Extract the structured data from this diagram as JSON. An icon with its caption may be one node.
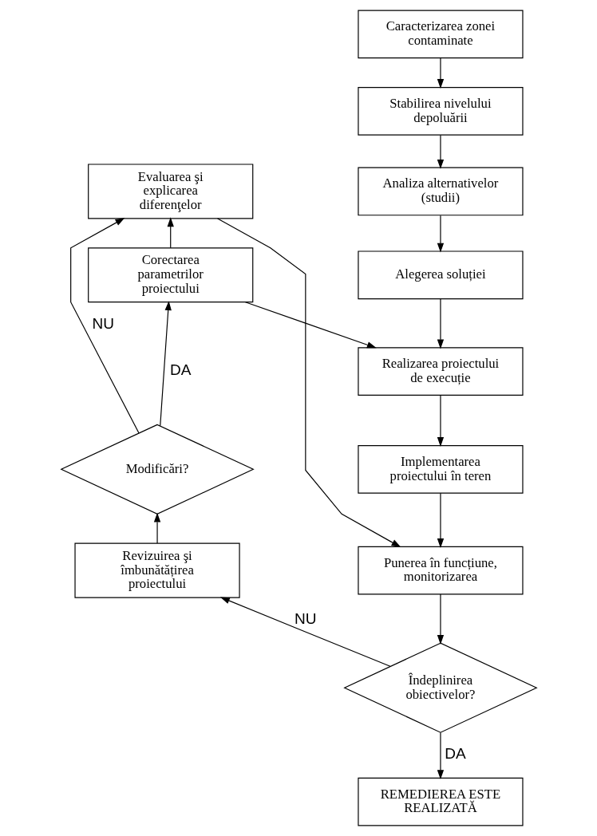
{
  "diagram": {
    "nodes": [
      {
        "text": [
          "Caracterizarea zonei contaminate"
        ]
      },
      {
        "text": [
          "Stabilirea nivelului depoluării"
        ]
      },
      {
        "text": [
          "Evaluarea şi explicarea diferenţelor"
        ]
      },
      {
        "text": [
          "Analiza alternativelor (studii)"
        ]
      },
      {
        "text": [
          "Corectarea parametrilor proiectului"
        ]
      },
      {
        "text": [
          "Alegerea soluției"
        ]
      },
      {
        "text": [
          "Realizarea proiectului de execuție"
        ]
      },
      {
        "text": [
          "Modificări?"
        ]
      },
      {
        "text": [
          "Implementarea proiectului în teren"
        ]
      },
      {
        "text": [
          "Revizuirea şi îmbunătățirea proiectului"
        ]
      },
      {
        "text": [
          "Punerea în funcțiune, monitorizarea"
        ]
      },
      {
        "text": [
          "Îndeplinirea obiectivelor?"
        ]
      },
      {
        "text": [
          "REMEDIEREA ESTE REALIZATĂ"
        ]
      }
    ],
    "edges": [
      {
        "from": 0,
        "to": 1,
        "arrow": "to"
      },
      {
        "from": 1,
        "to": 3,
        "arrow": "to"
      },
      {
        "from": 3,
        "to": 5,
        "arrow": "to"
      },
      {
        "from": 5,
        "to": 6,
        "arrow": "to"
      },
      {
        "from": 6,
        "to": 8,
        "arrow": "to"
      },
      {
        "from": 8,
        "to": 10,
        "arrow": "to"
      },
      {
        "from": 10,
        "to": 11,
        "arrow": "to"
      },
      {
        "from": 9,
        "to": 7,
        "arrow": "to"
      },
      {
        "from": 7,
        "to": 4,
        "arrow": "to",
        "label": "DA"
      },
      {
        "from": 7,
        "to": 2,
        "arrow": "to",
        "label": "NU"
      },
      {
        "from": 4,
        "to": 2,
        "arrow": "to"
      },
      {
        "from": 4,
        "to": 6,
        "arrow": "to"
      },
      {
        "from": 2,
        "to": 10,
        "arrow": "to"
      },
      {
        "from": 11,
        "to": 9,
        "arrow": "to",
        "label": "NU"
      },
      {
        "from": 11,
        "to": 12,
        "arrow": "to",
        "label": "DA"
      }
    ]
  }
}
